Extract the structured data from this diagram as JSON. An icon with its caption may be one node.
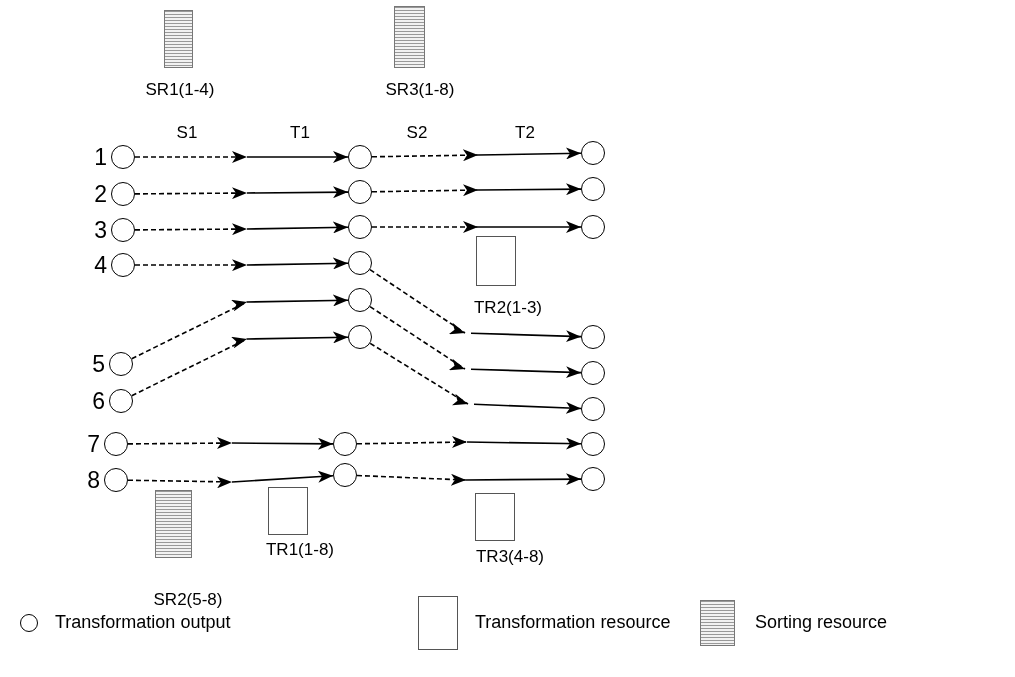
{
  "diagram": {
    "nodes": [
      {
        "text": [
          "SR1(1-4)"
        ]
      },
      {
        "text": [
          "SR3(1-8)"
        ]
      },
      {
        "text": [
          "TR2(1-3)"
        ]
      },
      {
        "text": [
          "SR2(5-8)"
        ]
      },
      {
        "text": [
          "TR1(1-8)"
        ]
      },
      {
        "text": [
          "TR3(4-8)"
        ]
      },
      {
        "text": [],
        "shape": "circle",
        "beside": [
          "1"
        ]
      },
      {
        "text": [],
        "shape": "circle",
        "beside": [
          "2"
        ]
      },
      {
        "text": [],
        "shape": "circle",
        "beside": [
          "3"
        ]
      },
      {
        "text": [],
        "shape": "circle",
        "beside": [
          "4"
        ]
      },
      {
        "text": [],
        "shape": "circle",
        "beside": [
          "5"
        ]
      },
      {
        "text": [],
        "shape": "circle",
        "beside": [
          "6"
        ]
      },
      {
        "text": [],
        "shape": "circle",
        "beside": [
          "7"
        ]
      },
      {
        "text": [],
        "shape": "circle",
        "beside": [
          "8"
        ]
      },
      {
        "text": [],
        "shape": "circle"
      },
      {
        "text": [],
        "shape": "circle"
      },
      {
        "text": [],
        "shape": "circle"
      },
      {
        "text": [],
        "shape": "circle"
      },
      {
        "text": [],
        "shape": "circle"
      },
      {
        "text": [],
        "shape": "circle"
      },
      {
        "text": [],
        "shape": "circle"
      },
      {
        "text": [],
        "shape": "circle"
      },
      {
        "text": [],
        "shape": "circle"
      },
      {
        "text": [],
        "shape": "circle"
      },
      {
        "text": [],
        "shape": "circle"
      },
      {
        "text": [],
        "shape": "circle"
      },
      {
        "text": [],
        "shape": "circle"
      },
      {
        "text": [],
        "shape": "circle"
      },
      {
        "text": [],
        "shape": "circle"
      },
      {
        "text": [],
        "shape": "circle"
      }
    ],
    "edges": [
      {
        "from": 6,
        "to": 14,
        "arrow": "to"
      },
      {
        "from": 7,
        "to": 15,
        "arrow": "to"
      },
      {
        "from": 8,
        "to": 16,
        "arrow": "to"
      },
      {
        "from": 9,
        "to": 17,
        "arrow": "to"
      },
      {
        "from": 10,
        "to": 18,
        "arrow": "to"
      },
      {
        "from": 11,
        "to": 19,
        "arrow": "to"
      },
      {
        "from": 12,
        "to": 20,
        "arrow": "to"
      },
      {
        "from": 13,
        "to": 21,
        "arrow": "to"
      },
      {
        "from": 14,
        "to": 22,
        "arrow": "to"
      },
      {
        "from": 15,
        "to": 23,
        "arrow": "to"
      },
      {
        "from": 16,
        "to": 24,
        "arrow": "to"
      },
      {
        "from": 17,
        "to": 25,
        "arrow": "to"
      },
      {
        "from": 18,
        "to": 26,
        "arrow": "to"
      },
      {
        "from": 19,
        "to": 27,
        "arrow": "to"
      },
      {
        "from": 20,
        "to": 28,
        "arrow": "to"
      },
      {
        "from": 21,
        "to": 29,
        "arrow": "to"
      }
    ],
    "labels": [
      "S1",
      "T1",
      "S2",
      "T2"
    ],
    "legend": [
      {
        "text": "Transformation output"
      },
      {
        "text": "Transformation resource"
      },
      {
        "text": "Sorting resource"
      }
    ]
  }
}
